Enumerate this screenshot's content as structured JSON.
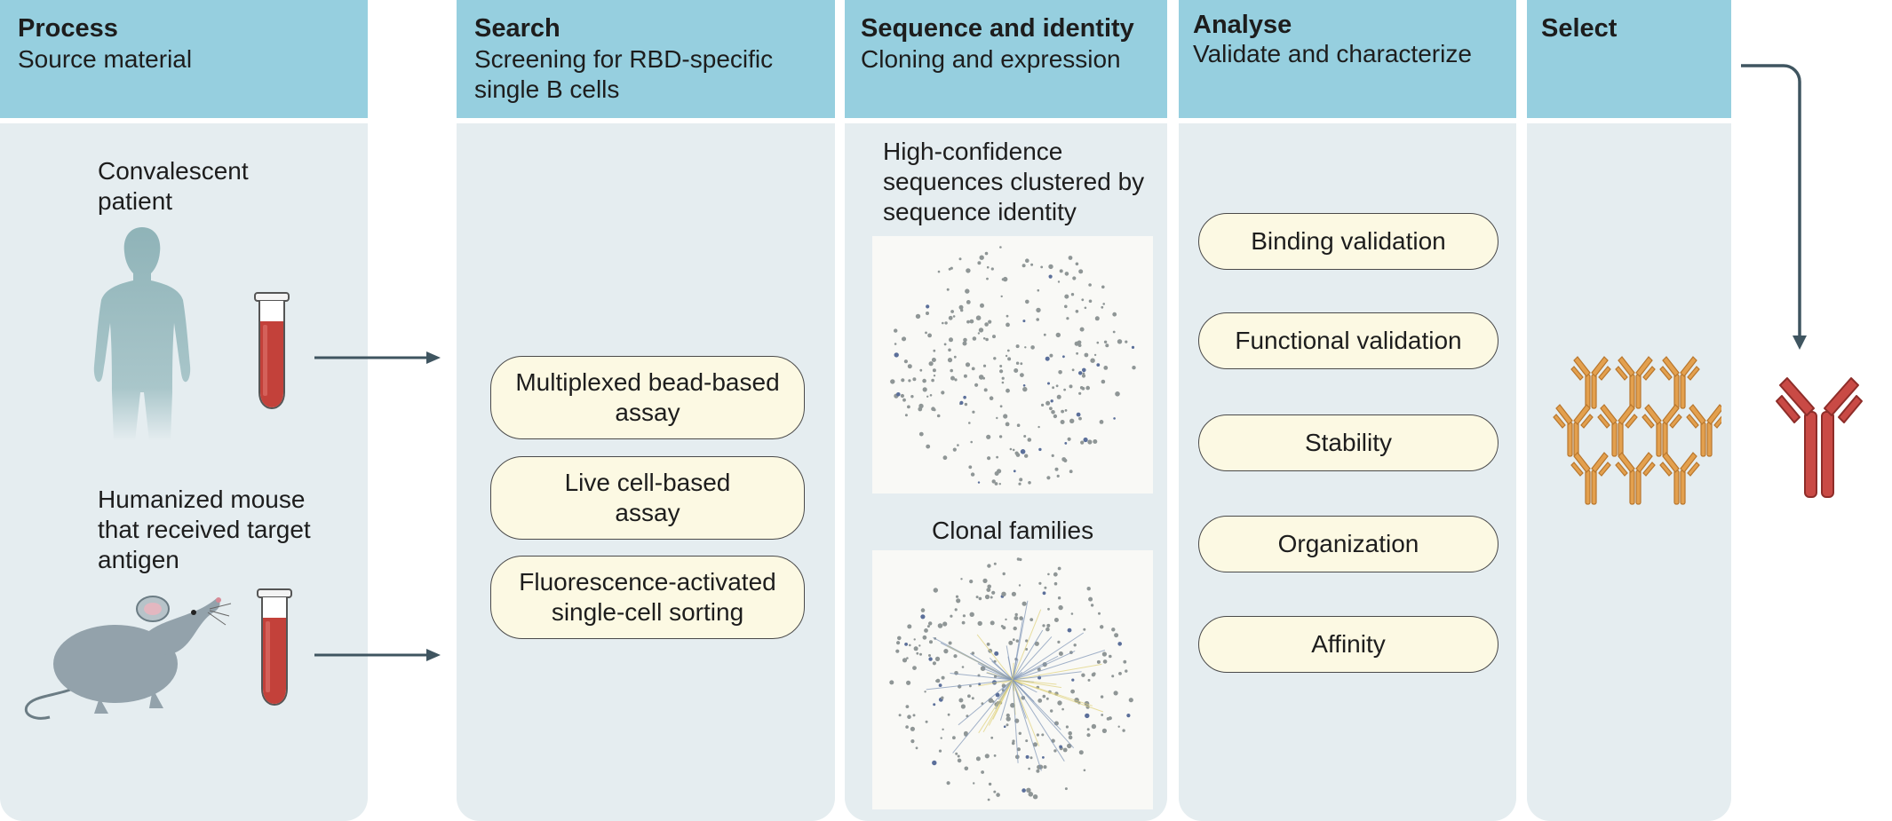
{
  "columns": [
    {
      "title": "Process",
      "subtitle": "Source material"
    },
    {
      "title": "Search",
      "subtitle": "Screening for RBD-specific single B cells"
    },
    {
      "title": "Sequence and identity",
      "subtitle": "Cloning and expression"
    },
    {
      "title": "Analyse",
      "subtitle": "Validate and characterize"
    },
    {
      "title": "Select",
      "subtitle": ""
    }
  ],
  "process": {
    "patient_label": "Convalescent patient",
    "mouse_label": "Humanized mouse that received target antigen"
  },
  "search": {
    "assays": [
      "Multiplexed bead-based assay",
      "Live cell-based assay",
      "Fluorescence-activated single-cell sorting"
    ]
  },
  "sequence": {
    "cluster_label": "High-confidence sequences clustered by sequence identity",
    "clonal_label": "Clonal families"
  },
  "analyse": {
    "steps": [
      "Binding validation",
      "Functional validation",
      "Stability",
      "Organization",
      "Affinity"
    ]
  },
  "colors": {
    "header": "#96cfdf",
    "panel": "#e5edf0",
    "pill": "#fcf9e3",
    "antibody_orange": "#e3a04e",
    "antibody_red": "#c94a45",
    "arrow": "#3f5560"
  },
  "icons": [
    "human-silhouette-icon",
    "blood-tube-icon",
    "mouse-icon",
    "antibody-icon",
    "network-graph-icon"
  ]
}
